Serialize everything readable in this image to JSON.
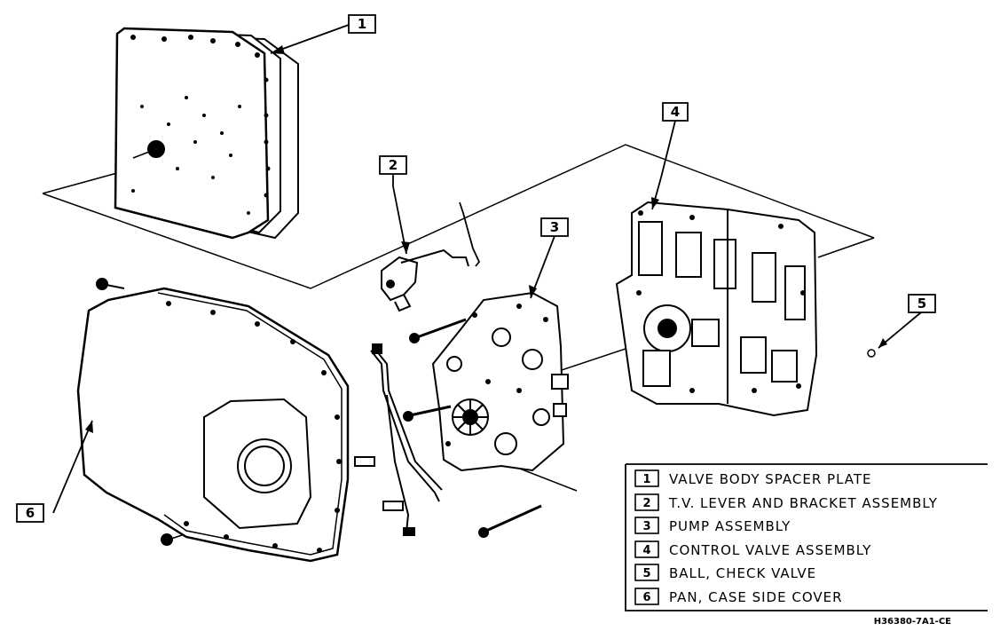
{
  "callouts": [
    {
      "number": "1"
    },
    {
      "number": "2"
    },
    {
      "number": "3"
    },
    {
      "number": "4"
    },
    {
      "number": "5"
    },
    {
      "number": "6"
    }
  ],
  "legend": [
    {
      "number": "1",
      "label": "VALVE BODY SPACER PLATE"
    },
    {
      "number": "2",
      "label": "T.V. LEVER AND BRACKET ASSEMBLY"
    },
    {
      "number": "3",
      "label": "PUMP ASSEMBLY"
    },
    {
      "number": "4",
      "label": "CONTROL VALVE ASSEMBLY"
    },
    {
      "number": "5",
      "label": "BALL, CHECK VALVE"
    },
    {
      "number": "6",
      "label": "PAN, CASE SIDE COVER"
    }
  ],
  "figure_code": "H36380-7A1-CE"
}
